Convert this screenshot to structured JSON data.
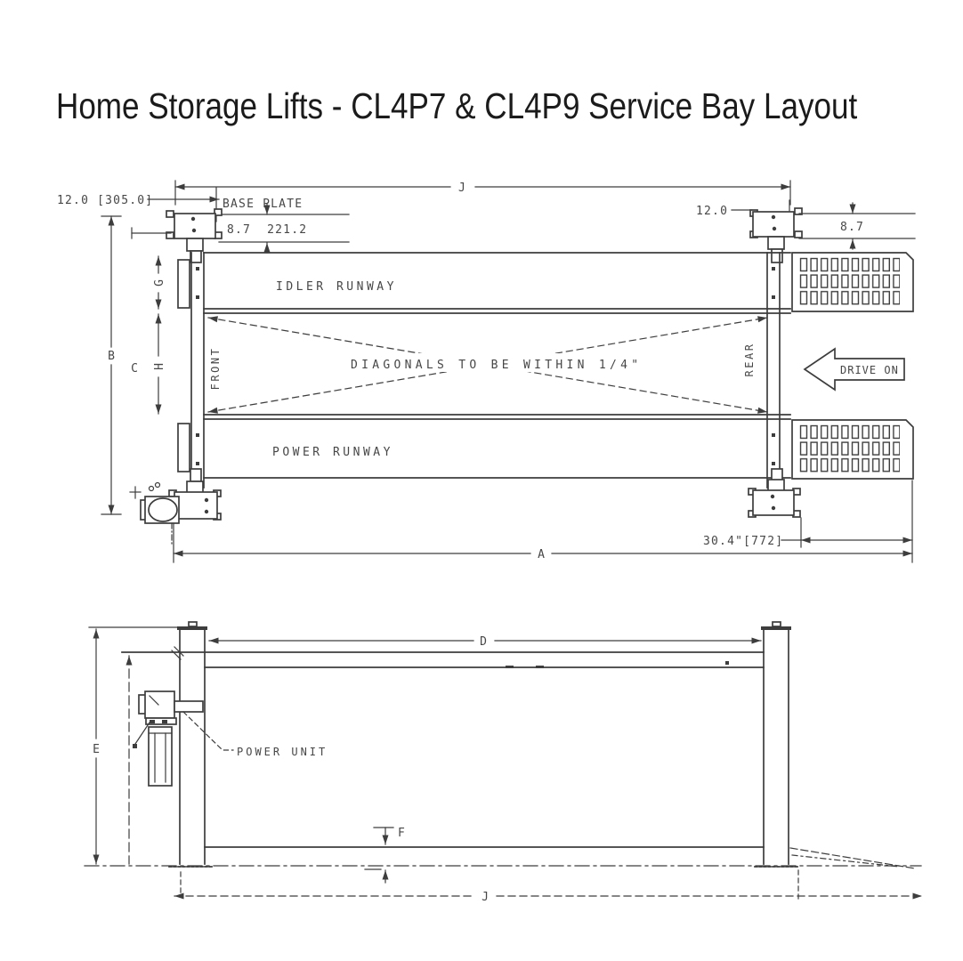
{
  "title": "Home Storage Lifts - CL4P7 & CL4P9 Service Bay Layout",
  "plan_view": {
    "name": "plan-view-top-diagram",
    "labels": {
      "base_plate": "BASE PLATE",
      "idler_runway": "IDLER RUNWAY",
      "power_runway": "POWER RUNWAY",
      "diagonals_note": "DIAGONALS TO BE WITHIN 1/4\"",
      "front": "FRONT",
      "rear": "REAR",
      "drive_on": "DRIVE ON"
    },
    "dimensions": {
      "overall_length_top": "J",
      "overall_length_bottom": "A",
      "overall_width": "B",
      "inner_width": "C",
      "between_runways": "H",
      "runway_width": "G",
      "post_width_left": "12.0 [305.0]",
      "base_plate_depth_left": "8.7  221.2",
      "post_width_right": "12.0",
      "base_plate_depth_right": "8.7",
      "ramp_length": "30.4\"[772]"
    }
  },
  "side_view": {
    "name": "side-view-bottom-diagram",
    "labels": {
      "power_unit": "POWER UNIT"
    },
    "dimensions": {
      "runway_length": "D",
      "overall_height": "E",
      "lowered_height": "F",
      "overall_length": "J"
    }
  },
  "colors": {
    "line": "#3d3d3d",
    "text": "#474747",
    "title": "#1b1b1b",
    "background": "#ffffff"
  }
}
